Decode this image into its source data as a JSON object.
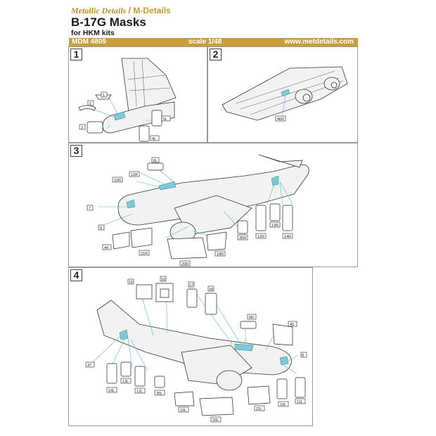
{
  "header": {
    "brand_italic": "Metallic Details",
    "brand_sep": "/",
    "brand_name": "M-Details",
    "title": "B-17G Masks",
    "subtitle": "for HKM kits",
    "code": "MDM 4809",
    "scale": "scale 1/48",
    "url": "www.metdetails.com"
  },
  "colors": {
    "gold": "#c79f3e",
    "glass": "#7ecbd6",
    "leader": "#5ab7c6"
  },
  "steps": [
    "1",
    "2",
    "3",
    "4"
  ],
  "step1": {
    "parts": [
      "1",
      "2",
      "3",
      "5L",
      "4L"
    ]
  },
  "step2": {
    "parts": [
      "46R"
    ]
  },
  "step3": {
    "parts": [
      "6L",
      "10R",
      "11R",
      "7",
      "9",
      "44",
      "21R",
      "20R",
      "19R",
      "35R",
      "12R",
      "13R",
      "14R"
    ]
  },
  "step4": {
    "parts": [
      "15",
      "16",
      "17",
      "18",
      "6R",
      "45",
      "47",
      "14L",
      "13L",
      "12L",
      "35L",
      "8",
      "19L",
      "20L",
      "21L",
      "10L",
      "11L"
    ]
  }
}
